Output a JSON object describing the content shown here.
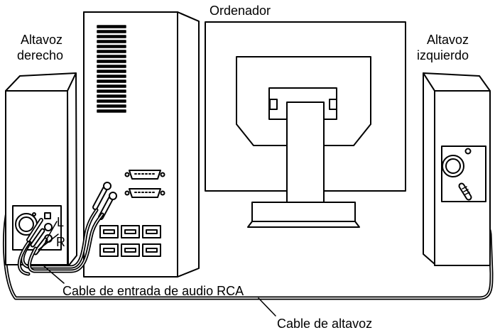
{
  "labels": {
    "computer": "Ordenador",
    "right_speaker_line1": "Altavoz",
    "right_speaker_line2": "derecho",
    "left_speaker_line1": "Altavoz",
    "left_speaker_line2": "izquierdo",
    "channel_left": "L",
    "channel_right": "R",
    "rca_cable": "Cable de entrada de audio RCA",
    "speaker_cable": "Cable de altavoz"
  },
  "colors": {
    "line": "#000000",
    "background": "#ffffff",
    "panel": "#eeeeee"
  }
}
